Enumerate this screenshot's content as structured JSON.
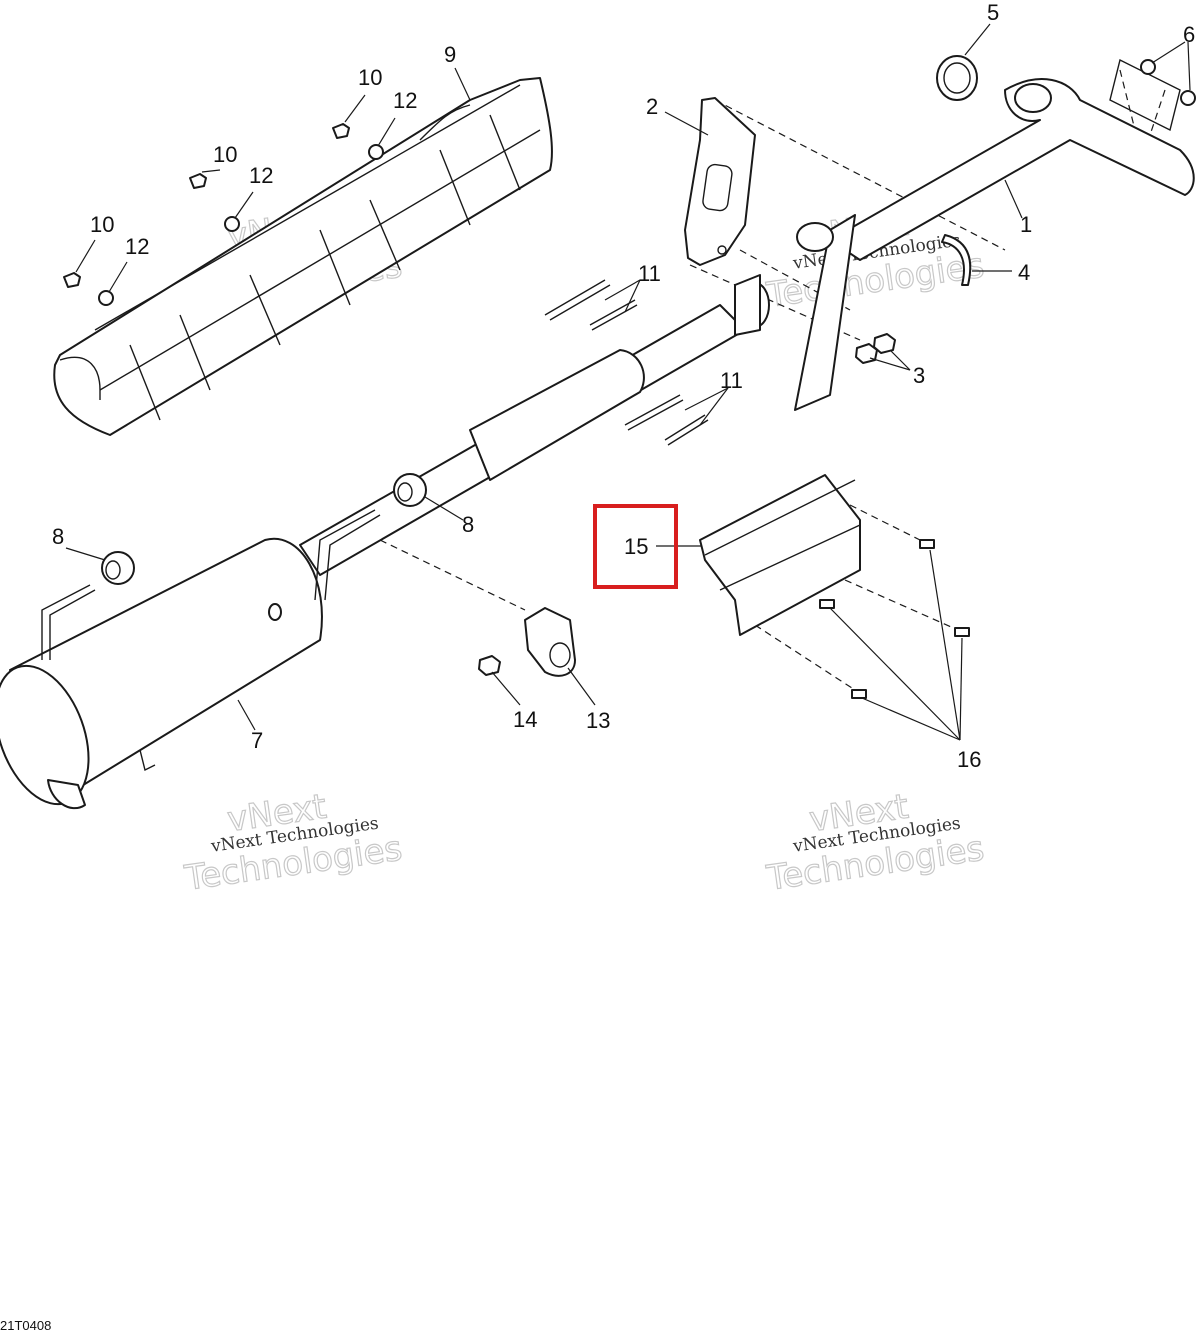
{
  "figure_id": "21T0408",
  "highlight_color": "#d81e1e",
  "watermark": {
    "line1": "vNext",
    "line2": "vNext Technologies",
    "line3": "Technologies"
  },
  "callouts": {
    "c1": "1",
    "c2": "2",
    "c3": "3",
    "c4": "4",
    "c5": "5",
    "c6": "6",
    "c7": "7",
    "c8a": "8",
    "c8b": "8",
    "c9": "9",
    "c10a": "10",
    "c10b": "10",
    "c10c": "10",
    "c11a": "11",
    "c11b": "11",
    "c12a": "12",
    "c12b": "12",
    "c12c": "12",
    "c13": "13",
    "c14": "14",
    "c15": "15",
    "c16": "16"
  }
}
